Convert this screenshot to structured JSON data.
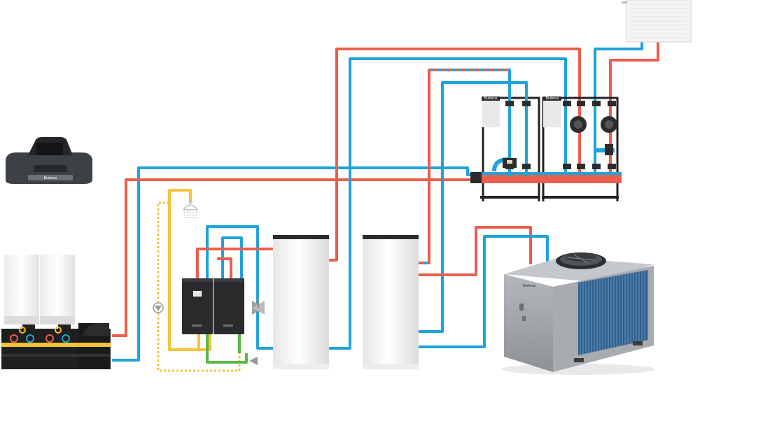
{
  "brand": {
    "name": "Buderus"
  },
  "colors": {
    "flow_hot": "#ea5f4d",
    "return_cold": "#1fa3d9",
    "domestic_hot_water": "#f6c43a",
    "cold_water": "#5bb949",
    "frame": "#222222",
    "cabinet_white": "#f2f2f2",
    "heat_pump_body": "#9ea1a5"
  },
  "components": {
    "radiator": {
      "icon": "radiator-icon"
    },
    "controller": {
      "icon": "controller-icon"
    },
    "boilers": {
      "count": 2,
      "icon": "gas-boiler-icon"
    },
    "shower": {
      "icon": "shower-icon"
    },
    "circulation_pump_symbol": {
      "icon": "circulation-pump-icon"
    },
    "dhw_stations": {
      "count": 2,
      "icon": "fresh-water-station-icon"
    },
    "buffer_tanks": {
      "count": 2,
      "icon": "buffer-tank-icon"
    },
    "heating_modules": {
      "count": 2,
      "icon": "pump-group-icon"
    },
    "heat_pump": {
      "icon": "air-source-heat-pump-icon"
    }
  }
}
